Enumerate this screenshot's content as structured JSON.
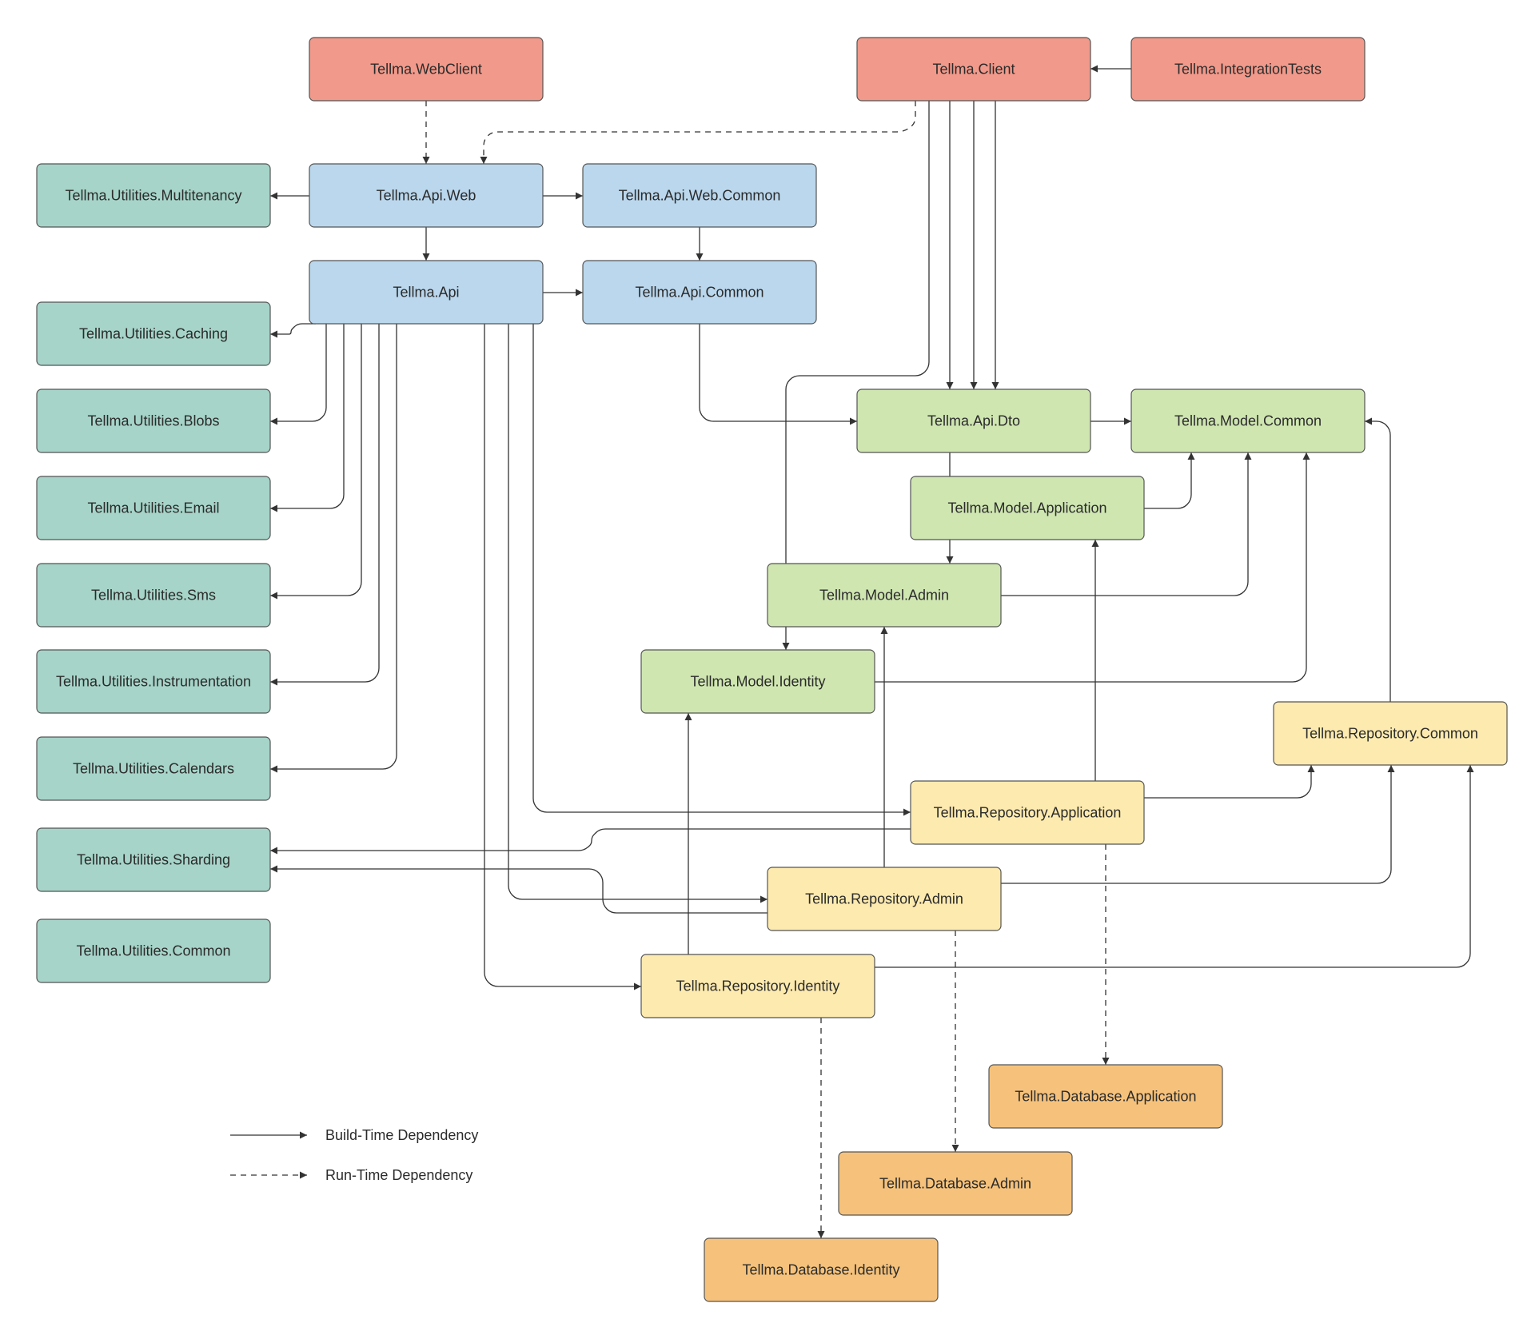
{
  "colors": {
    "client": "#f1998a",
    "api": "#bad7ed",
    "utilities": "#a6d4c8",
    "model": "#cfe6b1",
    "repository": "#fdeaaf",
    "database": "#f6c27b",
    "edge": "#333333"
  },
  "nodes": {
    "webclient": {
      "label": "Tellma.WebClient",
      "group": "client"
    },
    "client": {
      "label": "Tellma.Client",
      "group": "client"
    },
    "integrationtests": {
      "label": "Tellma.IntegrationTests",
      "group": "client"
    },
    "apiweb": {
      "label": "Tellma.Api.Web",
      "group": "api"
    },
    "apiwebcommon": {
      "label": "Tellma.Api.Web.Common",
      "group": "api"
    },
    "api": {
      "label": "Tellma.Api",
      "group": "api"
    },
    "apicommon": {
      "label": "Tellma.Api.Common",
      "group": "api"
    },
    "multitenancy": {
      "label": "Tellma.Utilities.Multitenancy",
      "group": "utilities"
    },
    "caching": {
      "label": "Tellma.Utilities.Caching",
      "group": "utilities"
    },
    "blobs": {
      "label": "Tellma.Utilities.Blobs",
      "group": "utilities"
    },
    "email": {
      "label": "Tellma.Utilities.Email",
      "group": "utilities"
    },
    "sms": {
      "label": "Tellma.Utilities.Sms",
      "group": "utilities"
    },
    "instrumentation": {
      "label": "Tellma.Utilities.Instrumentation",
      "group": "utilities"
    },
    "calendars": {
      "label": "Tellma.Utilities.Calendars",
      "group": "utilities"
    },
    "sharding": {
      "label": "Tellma.Utilities.Sharding",
      "group": "utilities"
    },
    "utilcommon": {
      "label": "Tellma.Utilities.Common",
      "group": "utilities"
    },
    "apidto": {
      "label": "Tellma.Api.Dto",
      "group": "model"
    },
    "modelcommon": {
      "label": "Tellma.Model.Common",
      "group": "model"
    },
    "modelapp": {
      "label": "Tellma.Model.Application",
      "group": "model"
    },
    "modeladmin": {
      "label": "Tellma.Model.Admin",
      "group": "model"
    },
    "modelidentity": {
      "label": "Tellma.Model.Identity",
      "group": "model"
    },
    "repocommon": {
      "label": "Tellma.Repository.Common",
      "group": "repository"
    },
    "repoapp": {
      "label": "Tellma.Repository.Application",
      "group": "repository"
    },
    "repoadmin": {
      "label": "Tellma.Repository.Admin",
      "group": "repository"
    },
    "repoidentity": {
      "label": "Tellma.Repository.Identity",
      "group": "repository"
    },
    "dbapp": {
      "label": "Tellma.Database.Application",
      "group": "database"
    },
    "dbadmin": {
      "label": "Tellma.Database.Admin",
      "group": "database"
    },
    "dbidentity": {
      "label": "Tellma.Database.Identity",
      "group": "database"
    }
  },
  "edges": [
    {
      "from": "webclient",
      "to": "apiweb",
      "kind": "run-time"
    },
    {
      "from": "client",
      "to": "apiweb",
      "kind": "run-time"
    },
    {
      "from": "integrationtests",
      "to": "client",
      "kind": "build-time"
    },
    {
      "from": "client",
      "to": "apidto",
      "kind": "build-time"
    },
    {
      "from": "client",
      "to": "modelapp",
      "kind": "build-time"
    },
    {
      "from": "client",
      "to": "modelcommon",
      "kind": "build-time"
    },
    {
      "from": "client",
      "to": "modelidentity",
      "kind": "build-time"
    },
    {
      "from": "apiweb",
      "to": "multitenancy",
      "kind": "build-time"
    },
    {
      "from": "apiweb",
      "to": "apiwebcommon",
      "kind": "build-time"
    },
    {
      "from": "apiweb",
      "to": "api",
      "kind": "build-time"
    },
    {
      "from": "apiwebcommon",
      "to": "apicommon",
      "kind": "build-time"
    },
    {
      "from": "api",
      "to": "apicommon",
      "kind": "build-time"
    },
    {
      "from": "api",
      "to": "caching",
      "kind": "build-time"
    },
    {
      "from": "api",
      "to": "blobs",
      "kind": "build-time"
    },
    {
      "from": "api",
      "to": "email",
      "kind": "build-time"
    },
    {
      "from": "api",
      "to": "sms",
      "kind": "build-time"
    },
    {
      "from": "api",
      "to": "instrumentation",
      "kind": "build-time"
    },
    {
      "from": "api",
      "to": "calendars",
      "kind": "build-time"
    },
    {
      "from": "api",
      "to": "repoapp",
      "kind": "build-time"
    },
    {
      "from": "api",
      "to": "repoadmin",
      "kind": "build-time"
    },
    {
      "from": "api",
      "to": "repoidentity",
      "kind": "build-time"
    },
    {
      "from": "apicommon",
      "to": "apidto",
      "kind": "build-time"
    },
    {
      "from": "apidto",
      "to": "modelcommon",
      "kind": "build-time"
    },
    {
      "from": "apidto",
      "to": "modeladmin",
      "kind": "build-time"
    },
    {
      "from": "modelapp",
      "to": "modelcommon",
      "kind": "build-time"
    },
    {
      "from": "modeladmin",
      "to": "modelcommon",
      "kind": "build-time"
    },
    {
      "from": "modelidentity",
      "to": "modelcommon",
      "kind": "build-time"
    },
    {
      "from": "repocommon",
      "to": "modelcommon",
      "kind": "build-time"
    },
    {
      "from": "repoapp",
      "to": "modelapp",
      "kind": "build-time"
    },
    {
      "from": "repoapp",
      "to": "repocommon",
      "kind": "build-time"
    },
    {
      "from": "repoapp",
      "to": "sharding",
      "kind": "build-time"
    },
    {
      "from": "repoapp",
      "to": "dbapp",
      "kind": "run-time"
    },
    {
      "from": "repoadmin",
      "to": "modeladmin",
      "kind": "build-time"
    },
    {
      "from": "repoadmin",
      "to": "repocommon",
      "kind": "build-time"
    },
    {
      "from": "repoadmin",
      "to": "sharding",
      "kind": "build-time"
    },
    {
      "from": "repoadmin",
      "to": "dbadmin",
      "kind": "run-time"
    },
    {
      "from": "repoidentity",
      "to": "modelidentity",
      "kind": "build-time"
    },
    {
      "from": "repoidentity",
      "to": "repocommon",
      "kind": "build-time"
    },
    {
      "from": "repoidentity",
      "to": "dbidentity",
      "kind": "run-time"
    }
  ],
  "legend": {
    "build_time": "Build-Time Dependency",
    "run_time": "Run-Time Dependency"
  }
}
